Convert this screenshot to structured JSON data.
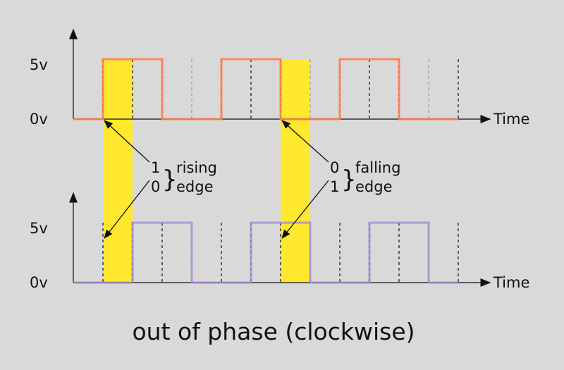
{
  "axes": {
    "high_label": "5v",
    "low_label": "0v",
    "x_label": "Time"
  },
  "annotations": {
    "rising": {
      "top_bit": "1",
      "bottom_bit": "0",
      "word1": "rising",
      "word2": "edge"
    },
    "falling": {
      "top_bit": "0",
      "bottom_bit": "1",
      "word1": "falling",
      "word2": "edge"
    }
  },
  "caption": "out of phase (clockwise)",
  "colors": {
    "signal_a": "#ff7f50",
    "signal_b": "#a58ad0",
    "highlight": "#ffe82e"
  },
  "signals": {
    "a": [
      0,
      1,
      1,
      0,
      0,
      1,
      1,
      0,
      0,
      1,
      1,
      0,
      0
    ],
    "b": [
      0,
      0,
      1,
      1,
      0,
      0,
      1,
      1,
      0,
      0,
      1,
      1,
      0
    ]
  }
}
